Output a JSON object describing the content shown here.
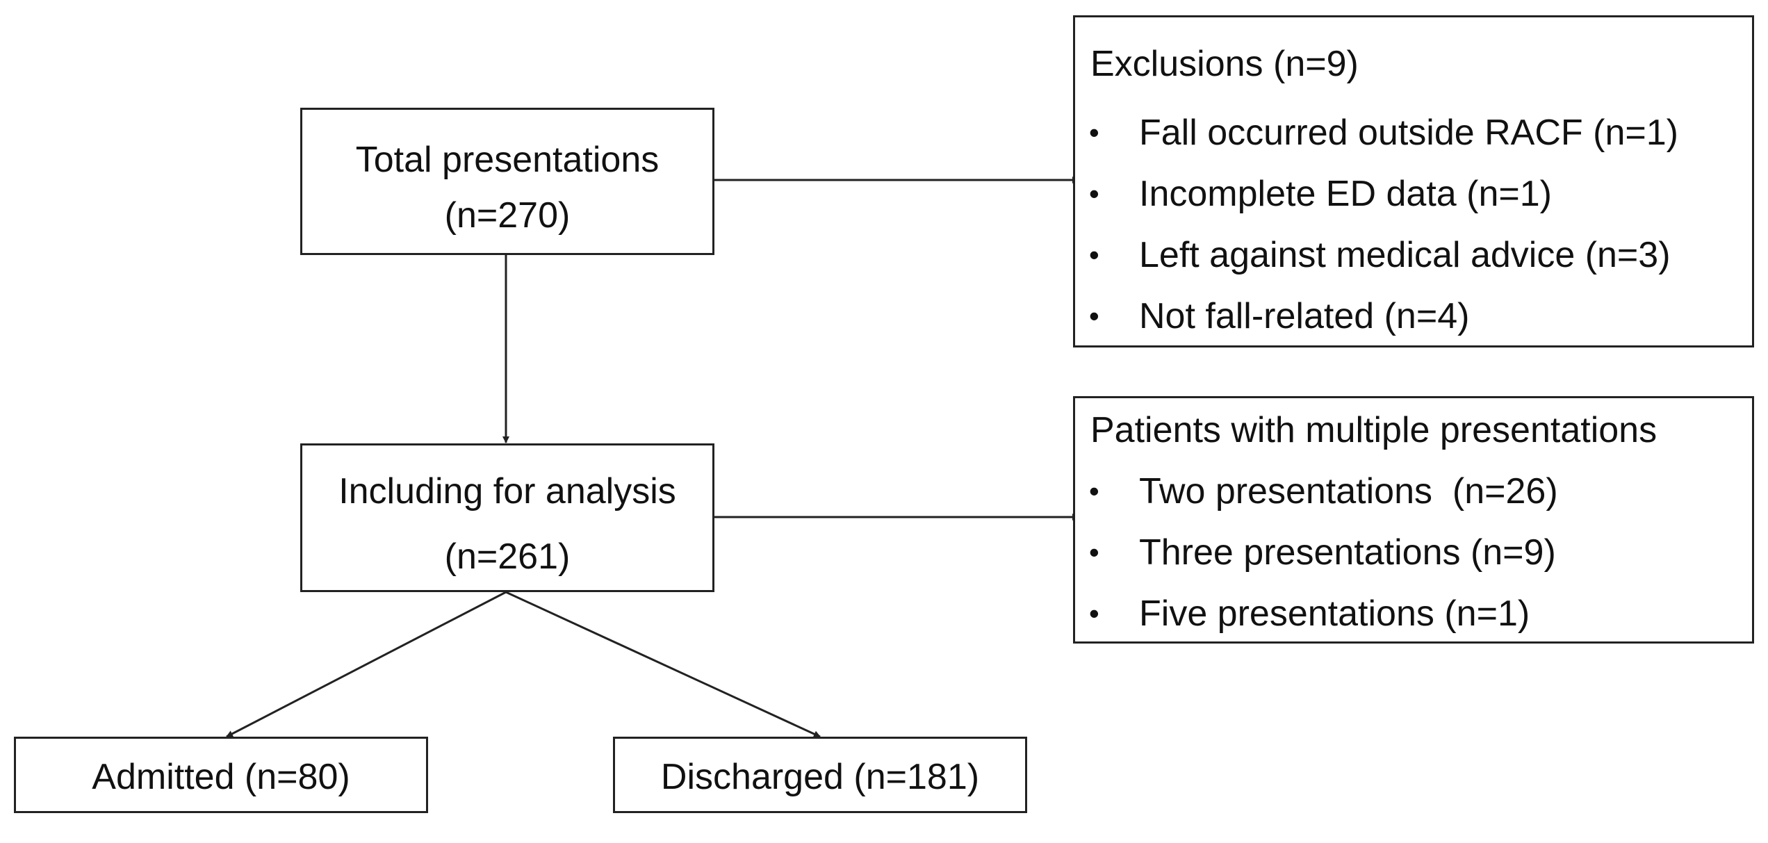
{
  "flowchart": {
    "total": {
      "title": "Total presentations",
      "count": "(n=270)"
    },
    "included": {
      "title": "Including for analysis",
      "count": "(n=261)"
    },
    "admitted": {
      "label": "Admitted (n=80)"
    },
    "discharged": {
      "label": "Discharged (n=181)"
    },
    "exclusions": {
      "title": "Exclusions (n=9)",
      "items": [
        "Fall occurred outside RACF (n=1)",
        "Incomplete ED data (n=1)",
        "Left against medical advice (n=3)",
        "Not fall-related (n=4)"
      ]
    },
    "multiple": {
      "title": "Patients with multiple presentations",
      "items": [
        "Two presentations  (n=26)",
        "Three presentations (n=9)",
        "Five presentations (n=1)"
      ]
    },
    "bullet_glyph": "•",
    "line_color": "#222222"
  }
}
